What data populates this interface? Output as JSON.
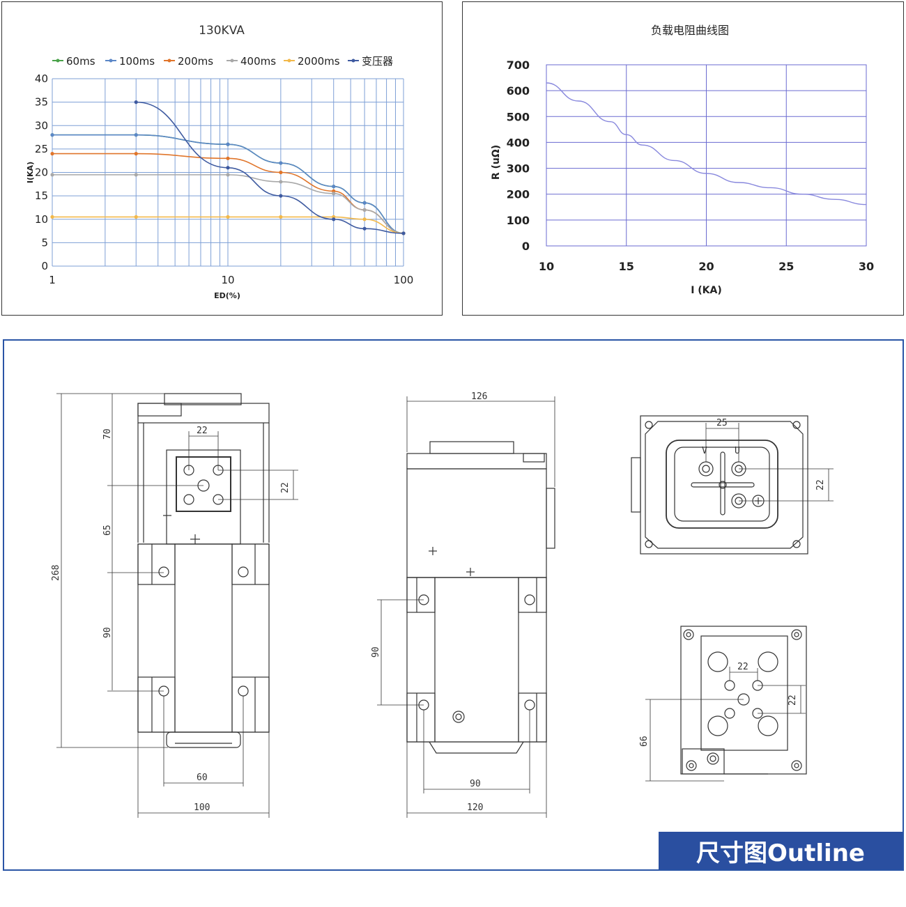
{
  "chart_data": [
    {
      "type": "line",
      "title": "130KVA",
      "xlabel": "ED(%)",
      "ylabel": "I(KA)",
      "xscale": "log",
      "xlim": [
        1,
        100
      ],
      "ylim": [
        0,
        40
      ],
      "xticks": [
        "1",
        "10",
        "100"
      ],
      "yticks": [
        "0",
        "5",
        "10",
        "15",
        "20",
        "25",
        "30",
        "35",
        "40"
      ],
      "grid": true,
      "legend": "top",
      "series": [
        {
          "name": "60ms",
          "color": "#4aa24a",
          "marker": "circle",
          "x": [
            1,
            3,
            10,
            20,
            40,
            60,
            100
          ],
          "y": [
            28,
            28,
            26,
            22,
            17,
            13.5,
            7
          ]
        },
        {
          "name": "100ms",
          "color": "#5b87c7",
          "marker": "diamond",
          "x": [
            1,
            3,
            10,
            20,
            40,
            60,
            100
          ],
          "y": [
            28,
            28,
            26,
            22,
            17,
            13.5,
            7
          ]
        },
        {
          "name": "200ms",
          "color": "#e0752a",
          "marker": "square",
          "x": [
            1,
            3,
            10,
            20,
            40,
            60,
            100
          ],
          "y": [
            24,
            24,
            23,
            20,
            16,
            12,
            7
          ]
        },
        {
          "name": "400ms",
          "color": "#a8a8a8",
          "marker": "triangle",
          "x": [
            1,
            3,
            10,
            20,
            40,
            60,
            100
          ],
          "y": [
            19.5,
            19.5,
            19.5,
            18,
            15.5,
            12,
            7
          ]
        },
        {
          "name": "2000ms",
          "color": "#f2b84a",
          "marker": "dash",
          "x": [
            1,
            3,
            10,
            20,
            40,
            60,
            100
          ],
          "y": [
            10.5,
            10.5,
            10.5,
            10.5,
            10.5,
            10,
            7
          ]
        },
        {
          "name": "变压器",
          "color": "#3e5aa0",
          "marker": "x",
          "x": [
            3,
            10,
            20,
            40,
            60,
            100
          ],
          "y": [
            35,
            21,
            15,
            10,
            8,
            7
          ]
        }
      ]
    },
    {
      "type": "line",
      "title": "负载电阻曲线图",
      "xlabel": "I (KA)",
      "ylabel": "R (uΩ)",
      "xlim": [
        10,
        30
      ],
      "ylim": [
        0,
        700
      ],
      "xticks": [
        "10",
        "15",
        "20",
        "25",
        "30"
      ],
      "yticks": [
        "0",
        "100",
        "200",
        "300",
        "400",
        "500",
        "600",
        "700"
      ],
      "grid": true,
      "series": [
        {
          "color": "#8888dd",
          "x": [
            10,
            12,
            14,
            15,
            16,
            18,
            20,
            22,
            24,
            26,
            28,
            30
          ],
          "y": [
            630,
            560,
            480,
            430,
            390,
            330,
            280,
            245,
            225,
            200,
            180,
            160
          ]
        }
      ]
    }
  ],
  "drawing": {
    "badge": "尺寸图Outline",
    "front_view": {
      "dims": [
        "70",
        "22",
        "22",
        "65",
        "268",
        "90",
        "60",
        "100"
      ]
    },
    "side_view": {
      "dims": [
        "126",
        "90",
        "90",
        "120"
      ]
    },
    "top_view": {
      "dims": [
        "25",
        "22"
      ],
      "terminals": [
        "V",
        "U"
      ]
    },
    "bottom_view": {
      "dims": [
        "22",
        "22",
        "66"
      ]
    }
  }
}
